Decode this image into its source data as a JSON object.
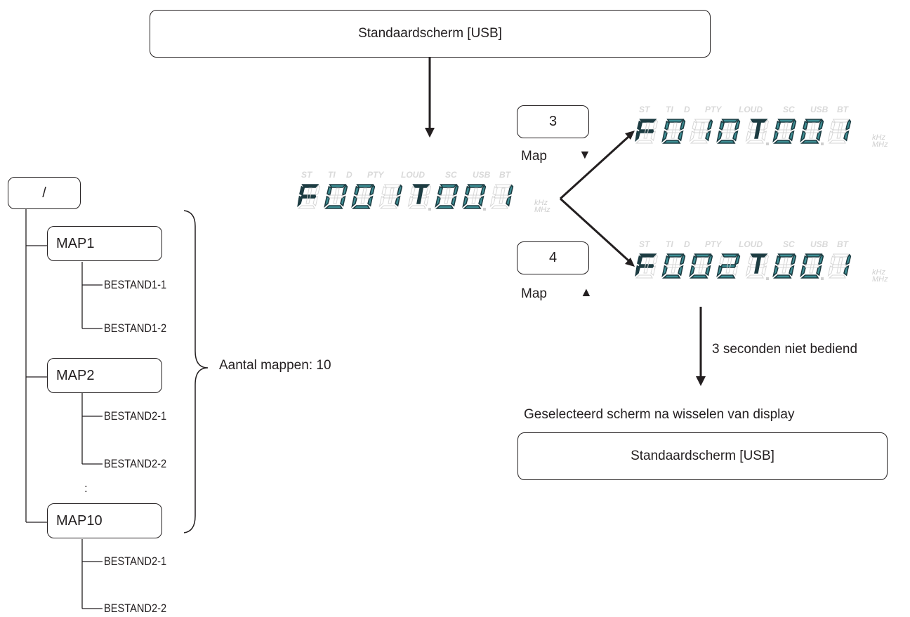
{
  "top_box": {
    "label": "Standaardscherm [USB]"
  },
  "bottom_box": {
    "label": "Standaardscherm [USB]"
  },
  "button_3": {
    "label": "3",
    "caption": "Map",
    "symbol": "▼"
  },
  "button_4": {
    "label": "4",
    "caption": "Map",
    "symbol": "▲"
  },
  "wait_note": "3 seconden niet bediend",
  "selected_note": "Geselecteerd scherm na wisselen van display",
  "folder_count": "Aantal mappen: 10",
  "tree": {
    "root": "/",
    "ellipsis": ":",
    "folders": [
      {
        "name": "MAP1",
        "files": [
          "BESTAND1-1",
          "BESTAND1-2"
        ]
      },
      {
        "name": "MAP2",
        "files": [
          "BESTAND2-1",
          "BESTAND2-2"
        ]
      },
      {
        "name": "MAP10",
        "files": [
          "BESTAND2-1",
          "BESTAND2-2"
        ]
      }
    ]
  },
  "indicators": [
    "ST",
    "TI",
    "D",
    "PTY",
    "LOUD",
    "SC",
    "USB",
    "BT"
  ],
  "unit_labels": [
    "kHz",
    "MHz"
  ],
  "displays": [
    {
      "id": "current",
      "text": "F001T001"
    },
    {
      "id": "next-folder",
      "text": "F010T001"
    },
    {
      "id": "prev-folder",
      "text": "F002T001"
    }
  ],
  "colors": {
    "line": "#231f20",
    "segment_on_fill": "#3e8f95",
    "segment_on_edge": "#1d3c42",
    "segment_off": "#d5d5d5"
  }
}
